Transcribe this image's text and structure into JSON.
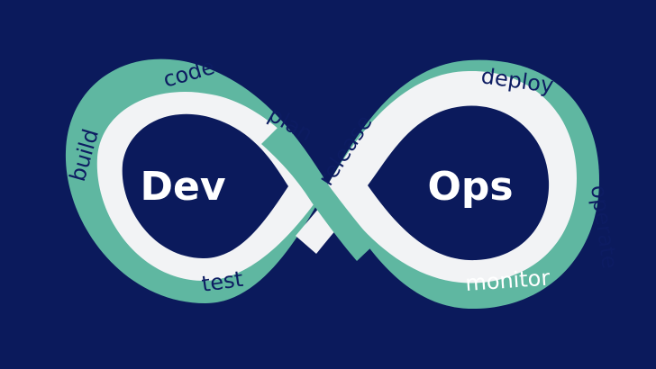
{
  "colors": {
    "background": "#0b1a5c",
    "band_light": "#f2f3f5",
    "band_teal": "#5fb7a1",
    "text_dark": "#0d1c62",
    "text_light": "#ffffff"
  },
  "diagram": {
    "left_title": "Dev",
    "right_title": "Ops",
    "stages": {
      "code": "code",
      "plan": "plan",
      "build": "build",
      "test": "test",
      "release": "release",
      "deploy": "deploy",
      "operate": "operate",
      "monitor": "monitor"
    }
  }
}
